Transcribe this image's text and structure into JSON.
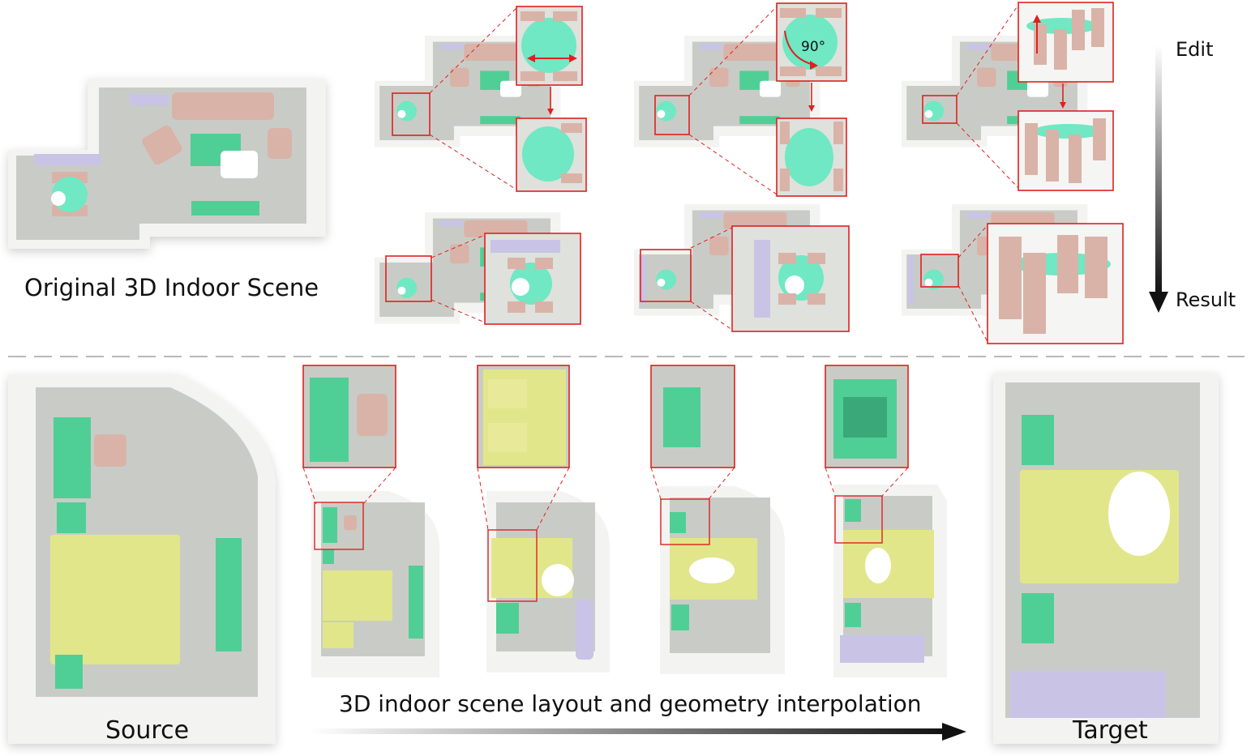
{
  "labels": {
    "original_scene": "Original 3D Indoor Scene",
    "edit": "Edit",
    "result": "Result",
    "rotation": "90°",
    "source": "Source",
    "target": "Target",
    "interpolation": "3D indoor scene layout and geometry interpolation"
  },
  "colors": {
    "wall": "#f3f4f2",
    "floor": "#c9ccc6",
    "sofa": "#d9b3a8",
    "table": "#6fe8c3",
    "green": "#4fcf96",
    "bed": "#e2e68a",
    "lavender": "#c9c3e6",
    "highlight": "#e02020",
    "arrow": "#111111"
  }
}
